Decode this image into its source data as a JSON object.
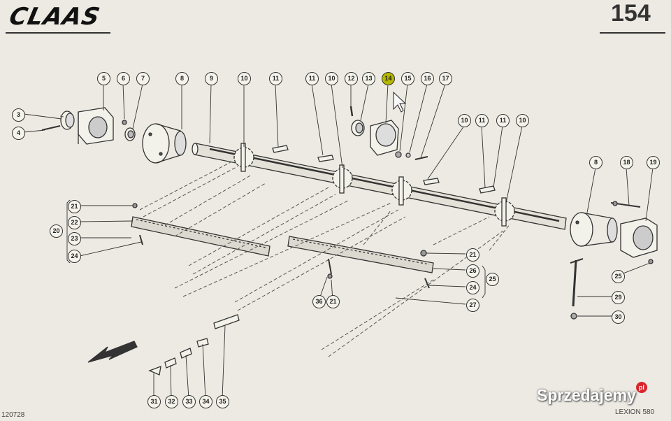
{
  "header": {
    "brand": "CLAAS",
    "page_number": "154"
  },
  "footer": {
    "drawing_code": "120728",
    "model": "LEXION 580",
    "watermark": "Sprzedajemy",
    "watermark_badge": "pl"
  },
  "colors": {
    "paper": "#eceae2",
    "ink": "#333333",
    "highlight": "#b5b800"
  },
  "callouts": {
    "c3": "3",
    "c4": "4",
    "c5": "5",
    "c6": "6",
    "c7": "7",
    "c8a": "8",
    "c9": "9",
    "c10a": "10",
    "c11a": "11",
    "c11b": "11",
    "c10b": "10",
    "c12": "12",
    "c13": "13",
    "c14": "14",
    "c15": "15",
    "c16": "16",
    "c17": "17",
    "c10c": "10",
    "c11c": "11",
    "c11d": "11",
    "c10d": "10",
    "c8b": "8",
    "c18": "18",
    "c19": "19",
    "c20": "20",
    "c21a": "21",
    "c22": "22",
    "c23": "23",
    "c24a": "24",
    "c21b": "21",
    "c26": "26",
    "c24b": "24",
    "c25a": "25",
    "c27": "27",
    "c36": "36",
    "c21c": "21",
    "c25b": "25",
    "c29": "29",
    "c30": "30",
    "c31": "31",
    "c32": "32",
    "c33": "33",
    "c34": "34",
    "c35": "35"
  }
}
